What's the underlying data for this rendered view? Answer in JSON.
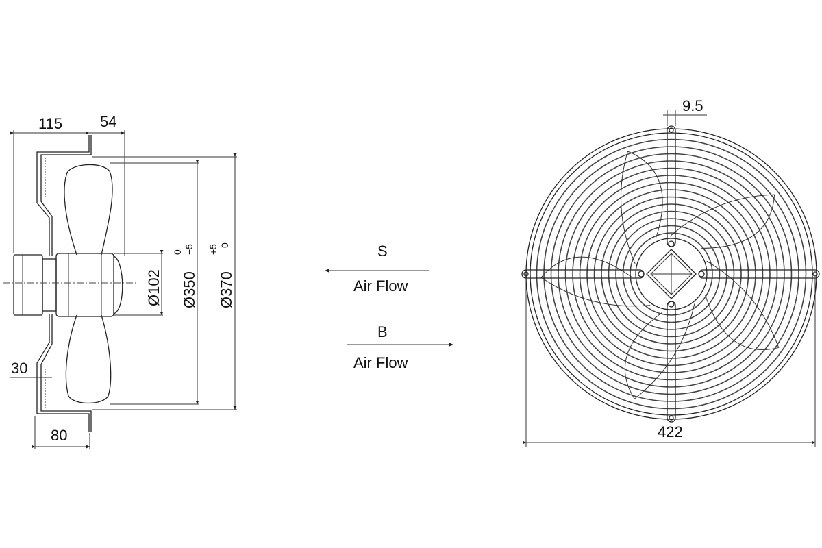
{
  "side_view": {
    "dim_115": "115",
    "dim_54": "54",
    "dim_30": "30",
    "dim_80": "80",
    "dim_d102": "Ø102",
    "dim_d350": "Ø350",
    "tol_350_upper": "0",
    "tol_350_lower": "−5",
    "dim_d370": "Ø370",
    "tol_370_upper": "+5",
    "tol_370_lower": "0"
  },
  "airflow": {
    "s_label": "S",
    "s_text": "Air Flow",
    "b_label": "B",
    "b_text": "Air Flow"
  },
  "front_view": {
    "dim_9_5": "9.5",
    "dim_422": "422"
  }
}
